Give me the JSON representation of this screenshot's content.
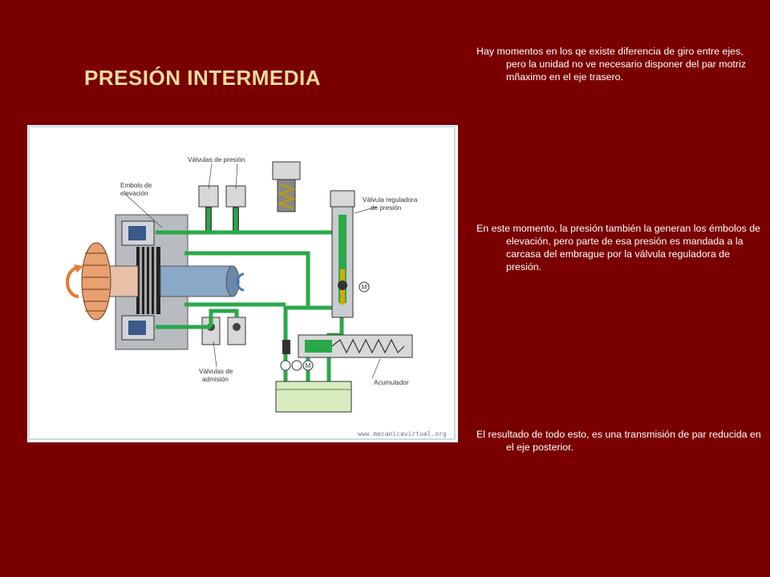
{
  "title": "PRESIÓN INTERMEDIA",
  "paragraphs": [
    "Hay momentos en los qe existe diferencia de giro entre ejes, pero la unidad no ve necesario disponer del par motriz mñaximo en el eje trasero.",
    "En este momento, la presión también la generan los émbolos de elevación, pero parte de esa presión es mandada a la carcasa del embrague por la válvula reguladora de presión.",
    "El resultado de todo esto, es una transmisión de par reducida en el eje posterior."
  ],
  "diagram": {
    "labels": {
      "valvulas_presion": "Válvulas de presión",
      "embolo_line1": "Embolo de",
      "embolo_line2": "elevación",
      "reguladora_line1": "Válvula reguladora",
      "reguladora_line2": "de presión",
      "admision_line1": "Válvulas de",
      "admision_line2": "admisión",
      "acumulador": "Acumulador",
      "motor_symbol": "M",
      "watermark": "www.mecanicavirtual.org"
    },
    "colors": {
      "oil_green": "#2aa84a",
      "housing_grey": "#b8bcc0",
      "shaft_blue": "#8aa8c8",
      "gear_orange": "#e8a070",
      "arrow_orange": "#e87830"
    }
  }
}
